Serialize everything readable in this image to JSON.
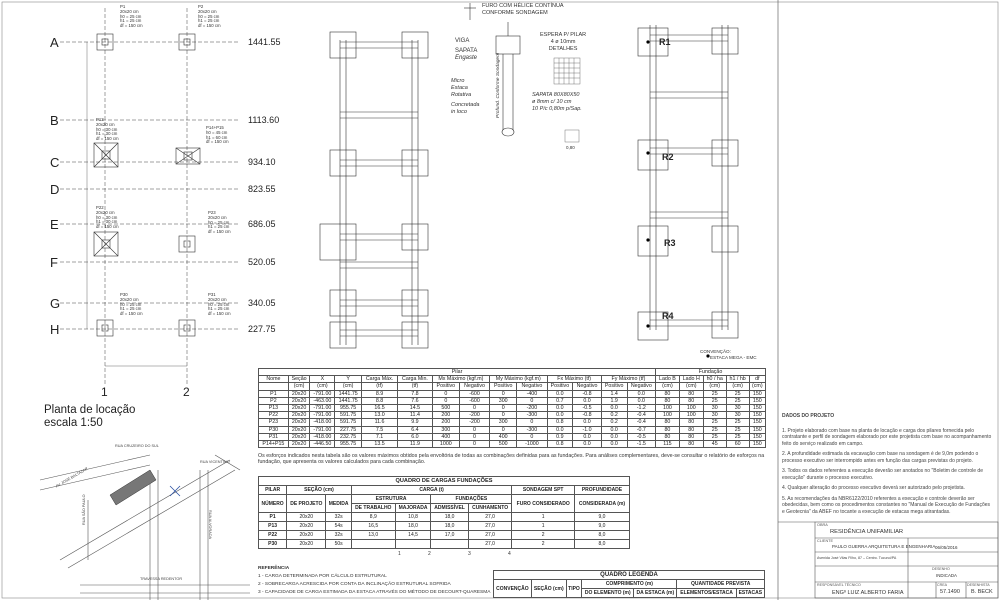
{
  "legend_top": {
    "furo_line1": "FURO COM HÉLICE CONTÍNUA",
    "furo_line2": "CONFORME SONDAGEM"
  },
  "locacao": {
    "rows": [
      {
        "letter": "A",
        "elev": "1441.55"
      },
      {
        "letter": "B",
        "elev": "1113.60"
      },
      {
        "letter": "C",
        "elev": "934.10"
      },
      {
        "letter": "D",
        "elev": "823.55"
      },
      {
        "letter": "E",
        "elev": "686.05"
      },
      {
        "letter": "F",
        "elev": "520.05"
      },
      {
        "letter": "G",
        "elev": "340.05"
      },
      {
        "letter": "H",
        "elev": "227.75"
      }
    ],
    "col1": "1",
    "col2": "2",
    "title": "Planta de locação",
    "scale": "escala 1:50",
    "pillar_labels": [
      {
        "name": "P1",
        "l1": "20x20 cm",
        "l2": "h0 = 25 cm",
        "l3": "h1 = 25 cm",
        "l4": "df = 150 cm"
      },
      {
        "name": "P2",
        "l1": "20x20 cm",
        "l2": "h0 = 25 cm",
        "l3": "h1 = 25 cm",
        "l4": "df = 150 cm"
      },
      {
        "name": "P13",
        "l1": "20x20 cm",
        "l2": "h0 = 30 cm",
        "l3": "h1 = 30 cm",
        "l4": "df = 150 cm"
      },
      {
        "name": "P14+P15",
        "l1": "h0 = 45 cm",
        "l2": "h1 = 60 cm",
        "l3": "df = 150 cm",
        "l4": ""
      },
      {
        "name": "P22",
        "l1": "20x20 cm",
        "l2": "h0 = 30 cm",
        "l3": "h1 = 30 cm",
        "l4": "df = 150 cm"
      },
      {
        "name": "P23",
        "l1": "20x20 cm",
        "l2": "h0 = 25 cm",
        "l3": "h1 = 25 cm",
        "l4": "df = 150 cm"
      },
      {
        "name": "P30",
        "l1": "20x20 cm",
        "l2": "h0 = 25 cm",
        "l3": "h1 = 25 cm",
        "l4": "df = 150 cm"
      },
      {
        "name": "P31",
        "l1": "20x20 cm",
        "l2": "h0 = 25 cm",
        "l3": "h1 = 25 cm",
        "l4": "df = 150 cm"
      }
    ]
  },
  "detalhes": {
    "viga": "VIGA",
    "sapata": "SAPATA",
    "engaste": "Engaste",
    "micro1": "Micro",
    "micro2": "Estaca",
    "micro3": "Rotativa",
    "concretada1": "Concretada",
    "concretada2": "in loco",
    "profund": "Profund. Conforme Sondagem",
    "espera1": "ESPERA P/ PILAR",
    "espera2": "4 ø 10mm",
    "espera3": "DETALHES",
    "sapata_title": "SAPATA 80X80X50",
    "sapata_l1": "ø 8mm c/ 10 cm",
    "sapata_l2": "10 P/c 0,80m p/Sap.",
    "dim": "0,80"
  },
  "frame_right": {
    "labels": [
      "R1",
      "R2",
      "R3",
      "R4"
    ],
    "convencao": "CONVENÇÃO:",
    "estaca": "ESTACA MEGA - EMC"
  },
  "pilar_table": {
    "group_pilar": "Pilar",
    "group_fund": "Fundação",
    "headers": [
      "Nome",
      "Seção",
      "X",
      "Y",
      "Carga Máx.",
      "Carga Min.",
      "Mx Máximo (kgf.m)",
      "",
      "My Máximo (kgf.m)",
      "",
      "Fx Máximo (tf)",
      "",
      "Fy Máximo (tf)",
      "",
      "Lado B",
      "Lado H",
      "h0 / ha",
      "h1 / hb",
      "df"
    ],
    "subheaders": [
      "",
      "(cm)",
      "(cm)",
      "(cm)",
      "(tf)",
      "(tf)",
      "Positivo",
      "Negativo",
      "Positivo",
      "Negativo",
      "Positivo",
      "Negativo",
      "Positivo",
      "Negativo",
      "(cm)",
      "(cm)",
      "(cm)",
      "(cm)",
      "(cm)"
    ],
    "rows": [
      [
        "P1",
        "20x20",
        "-791.00",
        "1441.75",
        "8.9",
        "7.8",
        "0",
        "-600",
        "0",
        "-400",
        "0.0",
        "-0.8",
        "1.4",
        "0.0",
        "80",
        "80",
        "25",
        "25",
        "150"
      ],
      [
        "P2",
        "20x20",
        "-463.00",
        "1441.75",
        "8.8",
        "7.6",
        "0",
        "-600",
        "300",
        "0",
        "0.7",
        "0.0",
        "1.9",
        "0.0",
        "80",
        "80",
        "25",
        "25",
        "150"
      ],
      [
        "P13",
        "20x20",
        "-791.00",
        "955.75",
        "16.5",
        "14.5",
        "500",
        "0",
        "0",
        "-200",
        "0.0",
        "-0.5",
        "0.0",
        "-1.2",
        "100",
        "100",
        "30",
        "30",
        "150"
      ],
      [
        "P22",
        "20x20",
        "-791.00",
        "591.75",
        "13.0",
        "11.4",
        "200",
        "-200",
        "0",
        "-300",
        "0.0",
        "-0.8",
        "0.2",
        "-0.4",
        "100",
        "100",
        "30",
        "30",
        "150"
      ],
      [
        "P23",
        "20x20",
        "-418.00",
        "591.75",
        "11.6",
        "9.9",
        "200",
        "-200",
        "300",
        "0",
        "0.8",
        "0.0",
        "0.2",
        "-0.4",
        "80",
        "80",
        "25",
        "25",
        "150"
      ],
      [
        "P30",
        "20x20",
        "-791.00",
        "227.75",
        "7.5",
        "6.4",
        "300",
        "0",
        "0",
        "-300",
        "0.0",
        "-1.0",
        "0.0",
        "-0.7",
        "80",
        "80",
        "25",
        "25",
        "150"
      ],
      [
        "P31",
        "20x20",
        "-418.00",
        "232.75",
        "7.1",
        "6.0",
        "400",
        "0",
        "400",
        "0",
        "0.9",
        "0.0",
        "0.0",
        "-0.5",
        "80",
        "80",
        "25",
        "25",
        "150"
      ],
      [
        "P14+P15",
        "20x20",
        "-446.50",
        "955.75",
        "13.5",
        "11.9",
        "1000",
        "0",
        "500",
        "-1000",
        "0.8",
        "0.0",
        "0.0",
        "-1.5",
        "115",
        "80",
        "45",
        "60",
        "150"
      ]
    ]
  },
  "esforcos_text": "Os esforços indicados nesta tabela são os valores máximos obtidos pela envoltória de todas as combinações definidas para as fundações. Para análises complementares, deve-se consultar o relatório de esforços na fundação, que apresenta os valores calculados para cada combinação.",
  "cargas_table": {
    "title": "QUADRO DE CARGAS FUNDAÇÕES",
    "h_pilar": "PILAR",
    "h_secao": "SEÇÃO (cm)",
    "h_carga": "CARGA (t)",
    "h_sondagem": "SONDAGEM SPT",
    "h_prof": "PROFUNDIDADE",
    "h_numero": "NÚMERO",
    "h_deprojeto": "DE PROJETO",
    "h_medida": "MEDIDA",
    "h_estrutura": "ESTRUTURA",
    "h_fundacoes": "FUNDAÇÕES",
    "h_trabalho": "DE TRABALHO",
    "h_majorada": "MAJORADA",
    "h_admissivel": "ADMISSÍVEL",
    "h_cunhamento": "CUNHAMENTO",
    "h_furo": "FURO CONSIDERADO",
    "h_considerada": "CONSIDERADA (m)",
    "rows": [
      [
        "P1",
        "20x20",
        "32s",
        "8,9",
        "10,8",
        "18,0",
        "27,0",
        "1",
        "9,0"
      ],
      [
        "P13",
        "20x20",
        "54s",
        "16,5",
        "18,0",
        "18,0",
        "27,0",
        "1",
        "9,0"
      ],
      [
        "P22",
        "20x20",
        "32s",
        "13,0",
        "14,5",
        "17,0",
        "27,0",
        "2",
        "8,0"
      ],
      [
        "P30",
        "20x20",
        "50s",
        "",
        "",
        "",
        "27,0",
        "2",
        "8,0"
      ]
    ],
    "footer": [
      "1",
      "2",
      "3",
      "4"
    ]
  },
  "referencia": {
    "title": "REFERÊNCIA",
    "items": [
      "1 - CARGA DETERMINADA POR CÁLCULO ESTRUTURAL",
      "2 - SOBRECARGA ACRESCIDA POR CONTA DA INCLINAÇÃO ESTRUTURAL SOFRIDA",
      "3 - CAPACIDADE DE CARGA ESTIMADA DA ESTACA ATRAVÉS DO MÉTODO DE DECOURT-QUARESMA"
    ]
  },
  "legenda_table": {
    "title": "QUADRO LEGENDA",
    "comprimento": "COMPRIMENTO (m)",
    "quantidade": "QUANTIDADE PREVISTA",
    "convencao": "CONVENÇÃO",
    "secao": "SEÇÃO (cm)",
    "tipo": "TIPO",
    "do_elemento": "DO ELEMENTO (m)",
    "da_estaca": "DA ESTACA (m)",
    "elementos": "ELEMENTOS/ESTACA",
    "estacas": "ESTACAS"
  },
  "map": {
    "street1": "RUA CRUZEIRO DO SUL",
    "street2": "AV. JOSÉ BALTAZAR",
    "street3": "RUA SÃO PAULO",
    "street4": "RUA ALVORADA",
    "street5": "TRAVESSA REDENTOR",
    "street6": "RUA VICENTINO"
  },
  "notes": {
    "title": "DADOS DO PROJETO",
    "items": [
      "1. Projeto elaborado com base na planta de locação e carga dos pilares fornecida pelo contratante e perfil de sondagem elaborado por este projetista com base no acompanhamento feito do serviço realizado em campo.",
      "2. A profundidade estimada da escavação com base na sondagem é de 9,0m podendo o processo executivo ser interrompido antes em função das cargas previstas do projeto.",
      "3. Todos os dados referentes a execução deverão ser anotados no \"Boletim de controle de execução\" durante o processo executivo.",
      "4. Qualquer alteração do processo executivo deverá ser autorizado pelo projetista.",
      "5. As recomendações da NBR6122/2010 referentes a execução e controle deverão ser obedecidas, bem como os procedimentos constantes no \"Manual de Execução de Fundações e Geotecnia\" da ABEF no tocante a execução de estacas mega atirantadas."
    ]
  },
  "title_block": {
    "obra_label": "OBRA",
    "obra": "RESIDÊNCIA UNIFAMILIAR",
    "cliente_label": "CLIENTE",
    "cliente": "PAULO GUERRA ARQUITETURA E ENGENHARIA",
    "data": "06/05/2016",
    "endereco": "Avenida José Vilas Filho, 87 – Centro. Tucuruí/PA",
    "desenho_label": "DESENHO",
    "desenho": "INDICADA",
    "resp_label": "RESPONSÁVEL TÉCNICO",
    "crea_label": "CREA",
    "desenhista_label": "DESENHISTA",
    "eng": "ENGº LUIZ ALBERTO FARIA",
    "crea": "57.1490",
    "desenhista": "B. BECK"
  }
}
